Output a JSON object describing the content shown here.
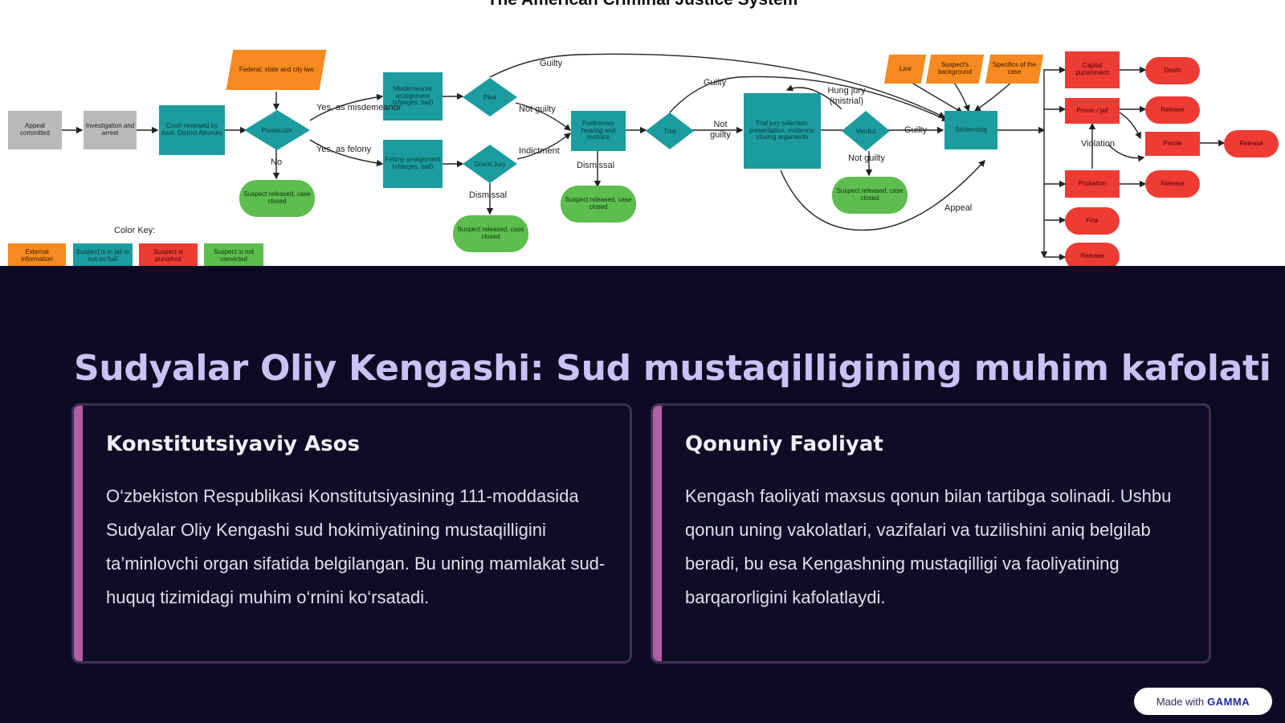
{
  "diagram": {
    "title": "The American Criminal Justice System",
    "nodes": {
      "appeal_committed": "Appeal committed",
      "investigation": "Investigation and arrest",
      "court_reviewed": "Court reviewed by Asst. District Attorney",
      "prosecutor": "Prosecutor",
      "federal_law": "Federal, state and city law",
      "misdemeanor": "Misdemeanor arraignment (charges, bail)",
      "felony": "Felony arraignment (charges, bail)",
      "plea": "Plea",
      "grand_jury": "Grand Jury",
      "preliminary": "Preliminary hearing and motions",
      "trial1": "Trial",
      "trial2": "Trial jury selection, presentation, evidence, closing arguments",
      "verdict": "Verdict",
      "sentencing": "Sentencing",
      "law": "Law",
      "suspect_background": "Suspect's background",
      "specifics": "Specifics of the case",
      "released1": "Suspect released, case closed",
      "released2": "Suspect released, case closed",
      "released3": "Suspect released, case closed",
      "released4": "Suspect released, case closed",
      "capital": "Capital punishment",
      "prison": "Prison / jail",
      "parole": "Parole",
      "probation": "Probation",
      "death": "Death",
      "release1": "Release",
      "release2": "Release",
      "release3": "Release",
      "fine": "Fine",
      "release4": "Release"
    },
    "labels": {
      "guilty": "Guilty",
      "yes_misdemeanor": "Yes, as misdemeanor",
      "yes_felony": "Yes, as felony",
      "no": "No",
      "not_guilty": "Not guilty",
      "indictment": "Indictment",
      "dismissal1": "Dismissal",
      "dismissal2": "Dismissal",
      "guilty2": "Guilty",
      "not_guilty2": "Not guilty",
      "hung_jury": "Hung jury (mistrial)",
      "guilty3": "Guilty",
      "not_guilty3": "Not guilty",
      "appeal": "Appeal",
      "violation": "Violation"
    },
    "color_key": {
      "title": "Color Key:",
      "items": [
        "External information",
        "Suspect is in jail or out on bail",
        "Suspect is punished",
        "Suspect is not convicted"
      ]
    }
  },
  "page": {
    "title": "Sudyalar Oliy Kengashi: Sud mustaqilligining muhim kafolati"
  },
  "cards": [
    {
      "title": "Konstitutsiyaviy Asos",
      "text": "O‘zbekiston Respublikasi Konstitutsiyasining 111-moddasida Sudyalar Oliy Kengashi sud hokimiyatining mustaqilligini ta’minlovchi organ sifatida belgilangan. Bu uning mamlakat sud-huquq tizimidagi muhim o‘rnini ko‘rsatadi."
    },
    {
      "title": "Qonuniy Faoliyat",
      "text": "Kengash faoliyati maxsus qonun bilan tartibga solinadi. Ushbu qonun uning vakolatlari, vazifalari va tuzilishini aniq belgilab beradi, bu esa Kengashning mustaqilligi va faoliyatining barqarorligini kafolatlaydi."
    }
  ],
  "badge": {
    "prefix": "Made with",
    "brand": "GAMMA"
  },
  "colors": {
    "background": "#0d0b23",
    "title": "#c9c2f4",
    "accent": "#b05fa3",
    "card_border": "#3e2f55",
    "teal": "#1c9c9e",
    "orange": "#f6891f",
    "red": "#ee3b34",
    "green": "#5dbd4e",
    "gray": "#b9b9b9"
  }
}
